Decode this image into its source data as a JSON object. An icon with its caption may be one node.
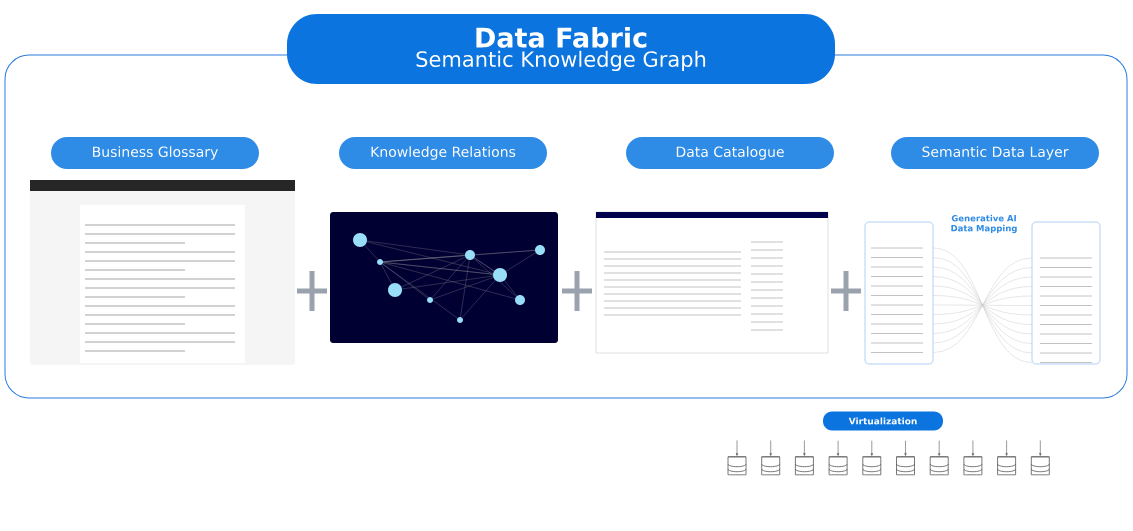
{
  "diagram": {
    "nodes": [
      {
        "text": [
          "Data Fabric",
          "Semantic Knowledge Graph"
        ]
      },
      {
        "text": [
          "Business Glossary"
        ]
      },
      {
        "text": [
          "Knowledge Relations"
        ]
      },
      {
        "text": [
          "Data Catalogue"
        ]
      },
      {
        "text": [
          "Semantic Data Layer"
        ]
      },
      {
        "text": [],
        "shape": "picture"
      },
      {
        "text": [],
        "shape": "picture"
      },
      {
        "text": [],
        "shape": "picture"
      },
      {
        "text": [],
        "shape": "picture"
      },
      {
        "text": [
          "Virtualization"
        ]
      },
      {
        "text": [],
        "shape": "cylinder"
      },
      {
        "text": [],
        "shape": "cylinder"
      },
      {
        "text": [],
        "shape": "cylinder"
      },
      {
        "text": [],
        "shape": "cylinder"
      },
      {
        "text": [],
        "shape": "cylinder"
      },
      {
        "text": [],
        "shape": "cylinder"
      },
      {
        "text": [],
        "shape": "cylinder"
      },
      {
        "text": [],
        "shape": "cylinder"
      },
      {
        "text": [],
        "shape": "cylinder"
      },
      {
        "text": [],
        "shape": "cylinder"
      }
    ],
    "edges": [
      {
        "from": null,
        "to": 10,
        "arrow": "to"
      },
      {
        "from": null,
        "to": 11,
        "arrow": "to"
      },
      {
        "from": null,
        "to": 12,
        "arrow": "to"
      },
      {
        "from": 9,
        "to": 13,
        "arrow": "to"
      },
      {
        "from": 9,
        "to": 14,
        "arrow": "to"
      },
      {
        "from": 9,
        "to": 15,
        "arrow": "to"
      },
      {
        "from": 9,
        "to": 16,
        "arrow": "to"
      },
      {
        "from": null,
        "to": 17,
        "arrow": "to"
      },
      {
        "from": null,
        "to": 18,
        "arrow": "to"
      },
      {
        "from": null,
        "to": 19,
        "arrow": "to"
      }
    ],
    "labels": [
      "Generative AI Data Mapping"
    ]
  }
}
